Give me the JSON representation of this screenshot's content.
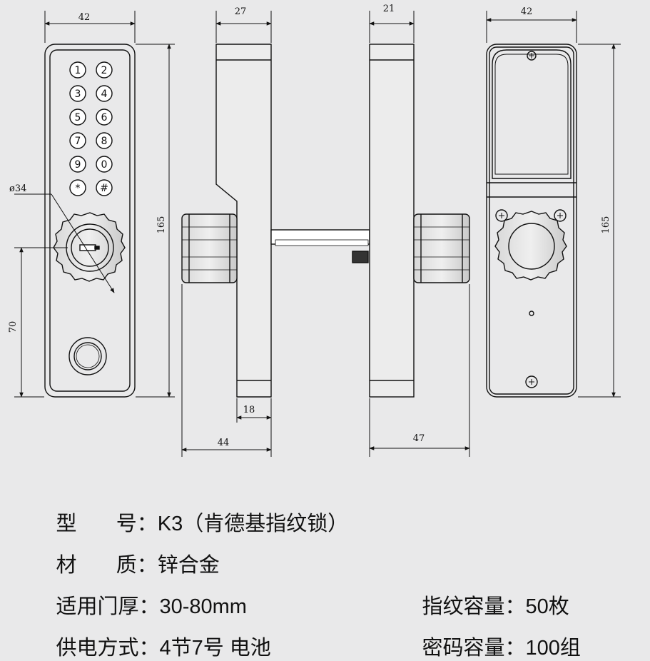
{
  "dimensions": {
    "front_width": "42",
    "front_height": "165",
    "knob_diameter": "ø34",
    "finger_offset": "70",
    "side_a_top": "27",
    "side_a_bottom": "18",
    "side_a_total": "44",
    "side_b_top": "21",
    "side_b_total": "47",
    "back_width": "42",
    "back_height": "165"
  },
  "keypad": {
    "keys": [
      "1",
      "2",
      "3",
      "4",
      "5",
      "6",
      "7",
      "8",
      "9",
      "0",
      "*",
      "#"
    ]
  },
  "specs": {
    "model": {
      "label": "型      号：",
      "value": "K3（肯德基指纹锁）"
    },
    "material": {
      "label": "材      质：",
      "value": "锌合金"
    },
    "door_thickness": {
      "label": "适用门厚：",
      "value": "30-80mm"
    },
    "fingerprint_capacity": {
      "label": "指纹容量：",
      "value": "50枚"
    },
    "power": {
      "label": "供电方式：",
      "value": "4节7号 电池"
    },
    "password_capacity": {
      "label": "密码容量：",
      "value": "100组"
    }
  }
}
